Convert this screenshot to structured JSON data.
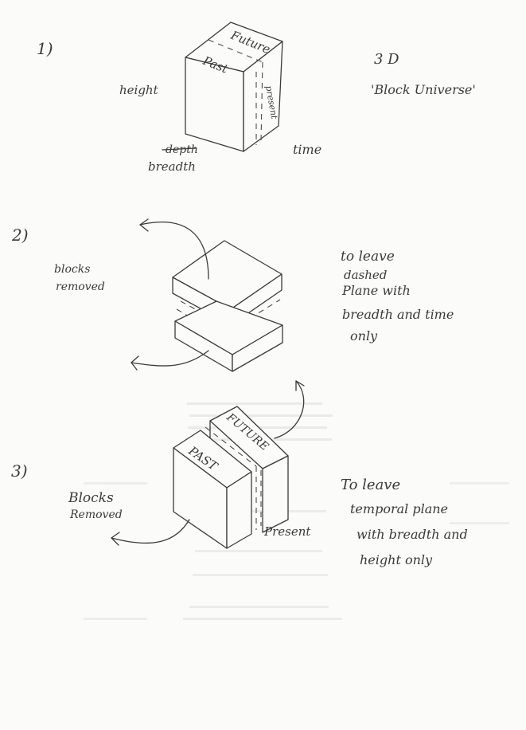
{
  "section1": {
    "number": "1)",
    "title_line1": "3 D",
    "title_line2": "'Block Universe'",
    "cube_future": "Future",
    "cube_past": "Past",
    "cube_present": "present",
    "label_height": "height",
    "label_depth_struck": "depth",
    "label_breadth": "breadth",
    "label_time": "time"
  },
  "section2": {
    "number": "2)",
    "left_note_line1": "blocks",
    "left_note_line2": "removed",
    "right_note": [
      "to leave",
      "dashed",
      "Plane with",
      "breadth and time",
      "only"
    ]
  },
  "section3": {
    "number": "3)",
    "block_past": "PAST",
    "block_future": "FUTURE",
    "label_present": "Present",
    "left_note_line1": "Blocks",
    "left_note_line2": "Removed",
    "right_note": [
      "To leave",
      "temporal plane",
      "with breadth and",
      "height only"
    ]
  },
  "colors": {
    "paper": "#fbfbfa",
    "pencil": "#3b3b3b",
    "bleed_through": "#c9c9c9"
  }
}
